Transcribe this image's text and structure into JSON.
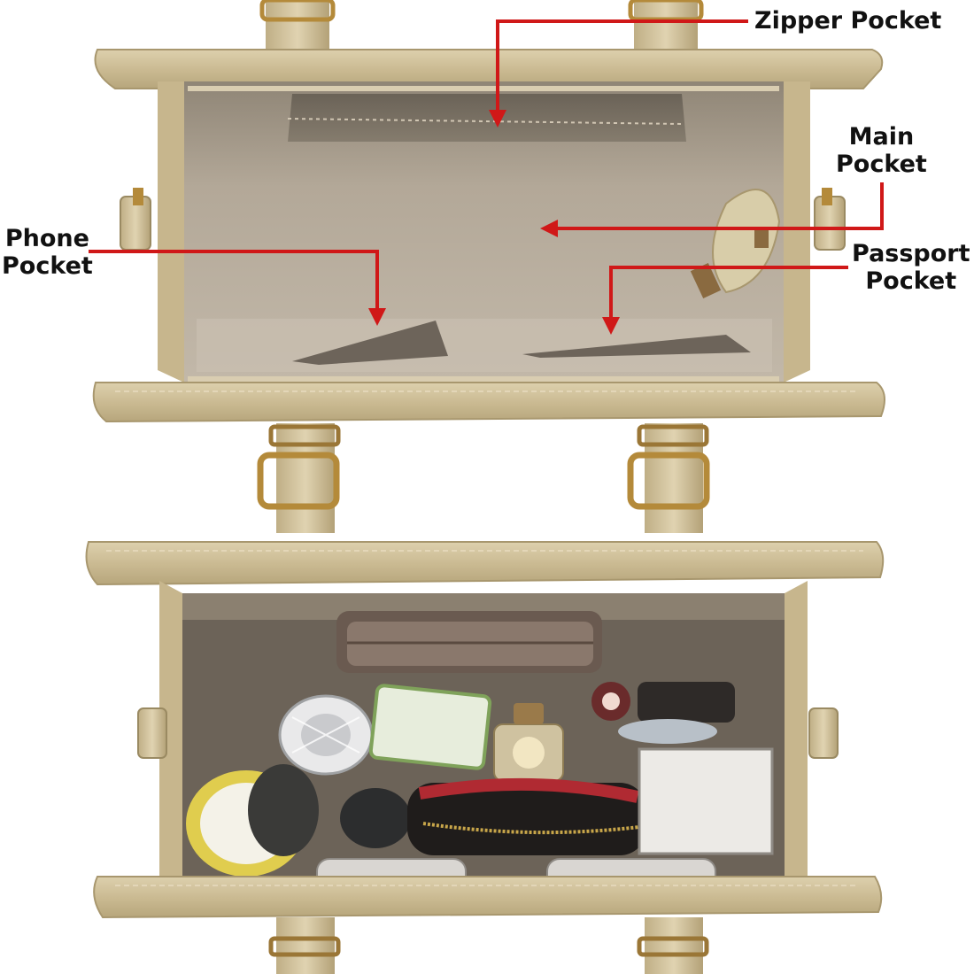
{
  "image": {
    "subject": "two top-down photos of an open beige handbag interior, empty (top) and filled with items (bottom), with red callout arrows naming the pockets",
    "colors": {
      "leather": "#cfc09a",
      "leather_edge": "#a8976e",
      "lining": "#b1a697",
      "lining_shadow": "#8e8374",
      "hardware": "#b48a3a",
      "arrow": "#d01818",
      "label_text": "#111111",
      "background": "#ffffff"
    }
  },
  "callouts": {
    "zipper_pocket": {
      "line1": "Zipper Pocket"
    },
    "main_pocket": {
      "line1": "Main",
      "line2": "Pocket"
    },
    "phone_pocket": {
      "line1": "Phone",
      "line2": "Pocket"
    },
    "passport_pocket": {
      "line1": "Passport",
      "line2": "Pocket"
    }
  }
}
